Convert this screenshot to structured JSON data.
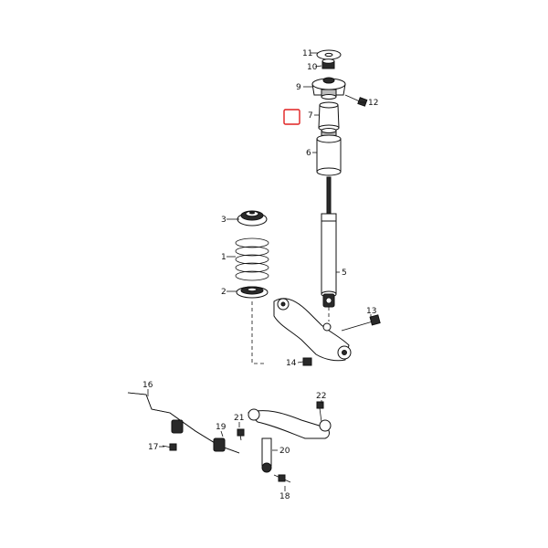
{
  "labels": {
    "p1": "1",
    "p2": "2",
    "p3": "3",
    "p5": "5",
    "p6": "6",
    "p7": "7",
    "p9": "9",
    "p10": "10",
    "p11": "11",
    "p12": "12",
    "p13": "13",
    "p14": "14",
    "p16": "16",
    "p17": "17",
    "p18": "18",
    "p19": "19",
    "p20": "20",
    "p21": "21",
    "p22": "22"
  },
  "highlight_color": "#e02020"
}
